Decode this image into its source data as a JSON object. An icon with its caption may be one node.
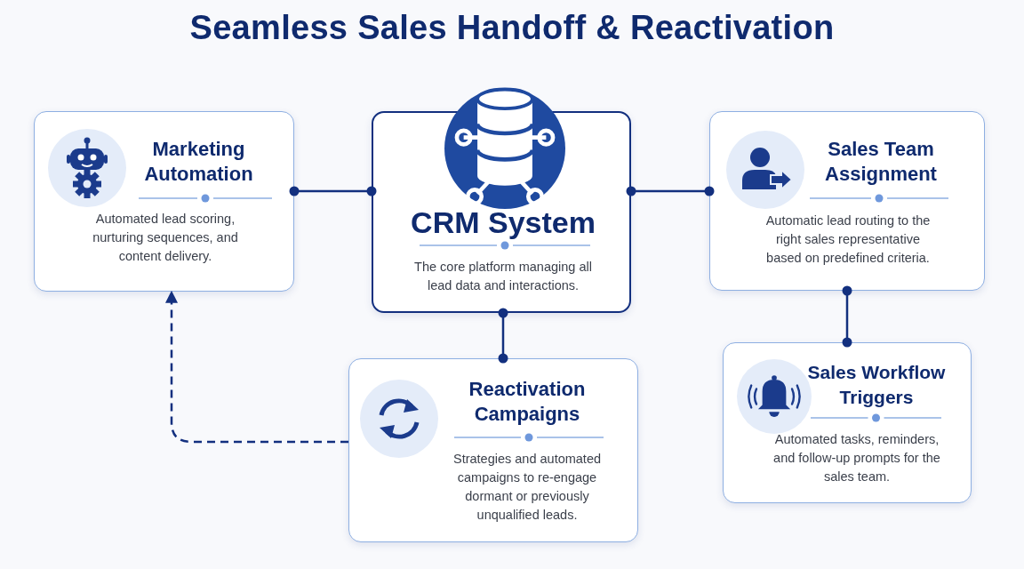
{
  "diagram": {
    "title": "Seamless Sales Handoff & Reactivation",
    "nodes": [
      {
        "text": [
          "Marketing Automation",
          "Automated lead scoring, nurturing sequences, and content delivery."
        ]
      },
      {
        "text": [
          "CRM System",
          "The core platform managing all lead data and interactions."
        ]
      },
      {
        "text": [
          "Sales Team Assignment",
          "Automatic lead routing to the right sales representative based on predefined criteria."
        ]
      },
      {
        "text": [
          "Reactivation Campaigns",
          "Strategies and automated campaigns to re-engage dormant or previously unqualified leads."
        ]
      },
      {
        "text": [
          "Sales Workflow Triggers",
          "Automated tasks, reminders, and follow-up prompts for the sales team."
        ]
      }
    ],
    "edges": [
      {
        "from": 0,
        "to": 1,
        "arrow": "other"
      },
      {
        "from": 1,
        "to": 2,
        "arrow": "other"
      },
      {
        "from": 1,
        "to": 3,
        "arrow": "other"
      },
      {
        "from": 2,
        "to": 4,
        "arrow": "other"
      },
      {
        "from": 3,
        "to": 0,
        "arrow": "to",
        "style": "dashed"
      }
    ]
  }
}
